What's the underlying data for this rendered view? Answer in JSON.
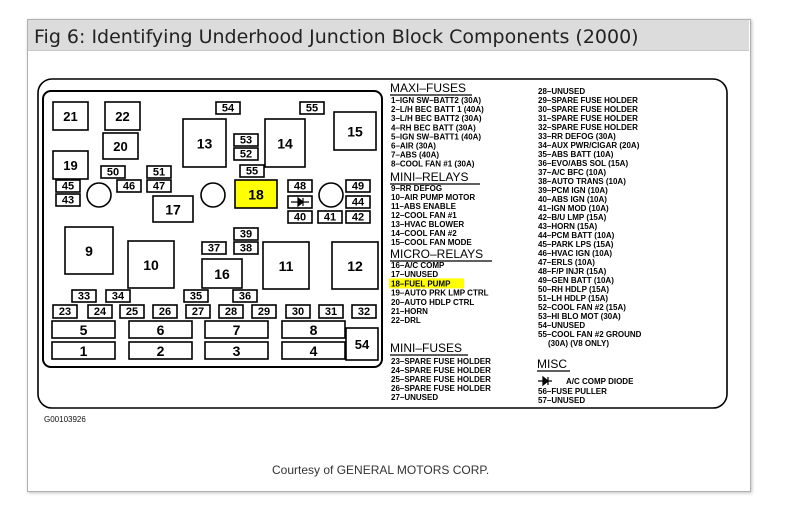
{
  "title": "Fig 6: Identifying Underhood Junction Block Components (2000)",
  "figure_id": "G00103926",
  "courtesy": "Courtesy of GENERAL MOTORS CORP.",
  "highlight_color": "#ffff00",
  "block_labels": [
    "21",
    "22",
    "54",
    "55",
    "13",
    "53",
    "52",
    "14",
    "15",
    "20",
    "19",
    "50",
    "51",
    "55",
    "45",
    "46",
    "47",
    "18",
    "48",
    "49",
    "43",
    "17",
    "44",
    "40",
    "41",
    "42",
    "39",
    "9",
    "37",
    "38",
    "10",
    "16",
    "11",
    "12",
    "33",
    "34",
    "35",
    "36",
    "23",
    "24",
    "25",
    "26",
    "27",
    "28",
    "29",
    "30",
    "31",
    "32",
    "5",
    "6",
    "7",
    "8",
    "54",
    "1",
    "2",
    "3",
    "4"
  ],
  "sections": {
    "maxi_fuses": {
      "heading": "MAXI–FUSES",
      "items": [
        "1–IGN SW–BATT2 (30A)",
        "2–L/H BEC BATT 1 (40A)",
        "3–L/H BEC BATT2 (30A)",
        "4–RH BEC BATT (30A)",
        "5–IGN SW–BATT1 (40A)",
        "6–AIR (30A)",
        "7–ABS (40A)",
        "8–COOL FAN #1 (30A)"
      ]
    },
    "mini_relays": {
      "heading": "MINI–RELAYS",
      "items": [
        "9–RR DEFOG",
        "10–AIR PUMP MOTOR",
        "11–ABS ENABLE",
        "12–COOL FAN #1",
        "13–HVAC BLOWER",
        "14–COOL FAN #2",
        "15–COOL FAN MODE"
      ]
    },
    "micro_relays": {
      "heading": "MICRO–RELAYS",
      "items": [
        "16–A/C COMP",
        "17–UNUSED",
        "18–FUEL PUMP",
        "19–AUTO PRK LMP CTRL",
        "20–AUTO HDLP CTRL",
        "21–HORN",
        "22–DRL"
      ]
    },
    "mini_fuses": {
      "heading": "MINI–FUSES",
      "items": [
        "23–SPARE FUSE HOLDER",
        "24–SPARE FUSE HOLDER",
        "25–SPARE FUSE HOLDER",
        "26–SPARE FUSE HOLDER",
        "27–UNUSED"
      ]
    },
    "right_list": {
      "items": [
        "28–UNUSED",
        "29–SPARE FUSE HOLDER",
        "30–SPARE FUSE HOLDER",
        "31–SPARE FUSE HOLDER",
        "32–SPARE FUSE HOLDER",
        "33–RR DEFOG (30A)",
        "34–AUX PWR/CIGAR (20A)",
        "35–ABS BATT (10A)",
        "36–EVO/ABS SOL (15A)",
        "37–A/C BFC (10A)",
        "38–AUTO TRANS (10A)",
        "39–PCM IGN (10A)",
        "40–ABS IGN (10A)",
        "41–IGN MOD (10A)",
        "42–B/U LMP (15A)",
        "43–HORN (15A)",
        "44–PCM BATT (10A)",
        "45–PARK LPS (15A)",
        "46–HVAC IGN (10A)",
        "47–ERLS (10A)",
        "48–F/P INJR (15A)",
        "49–GEN BATT (10A)",
        "50–RH HDLP (15A)",
        "51–LH HDLP (15A)",
        "52–COOL FAN #2 (15A)",
        "53–HI BLO MOT (30A)",
        "54–UNUSED",
        "55–COOL FAN #2 GROUND",
        "(30A) (V8 ONLY)"
      ]
    },
    "misc": {
      "heading": "MISC",
      "items": [
        "A/C COMP DIODE",
        "56–FUSE PULLER",
        "57–UNUSED"
      ]
    }
  }
}
